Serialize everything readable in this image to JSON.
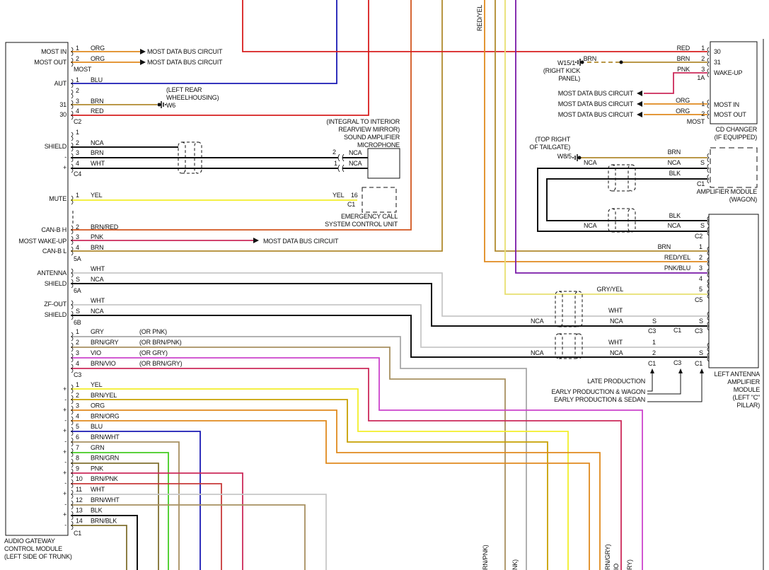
{
  "gateway": {
    "name": [
      "AUDIO GATEWAY",
      "CONTROL MODULE",
      "(LEFT SIDE OF TRUNK)"
    ],
    "pin_labels": [
      "MOST IN",
      "MOST OUT",
      "AUT",
      "31",
      "30",
      "SHIELD",
      "-",
      "+",
      "MUTE",
      "CAN-B H",
      "MOST WAKE-UP",
      "CAN-B L",
      "ANTENNA",
      "SHIELD",
      "ZF-OUT",
      "SHIELD"
    ],
    "speaker_polarity": [
      "+",
      "-",
      "+",
      "-",
      "+",
      "-",
      "+",
      "-",
      "+",
      "-",
      "+",
      "-",
      "+",
      "-"
    ]
  },
  "connectors": {
    "most": {
      "name": "MOST",
      "pins": [
        "1",
        "2"
      ],
      "colors": [
        "ORG",
        "ORG"
      ]
    },
    "c2": {
      "name": "C2",
      "pins": [
        "1",
        "2",
        "3",
        "4"
      ],
      "colors": [
        "BLU",
        "BRN",
        "RED"
      ]
    },
    "c4": {
      "name": "C4",
      "pins": [
        "1",
        "2",
        "3",
        "4"
      ],
      "colors": [
        "NCA",
        "BRN",
        "WHT"
      ]
    },
    "c5a": {
      "name": "5A",
      "pins": [
        "1",
        "2",
        "3",
        "4"
      ],
      "colors": [
        "YEL",
        "BRN/RED",
        "PNK",
        "BRN"
      ]
    },
    "c6a": {
      "name": "6A",
      "pins": [
        "S"
      ],
      "colors": [
        "WHT",
        "NCA"
      ]
    },
    "c6b": {
      "name": "6B",
      "pins": [
        "S"
      ],
      "colors": [
        "WHT",
        "NCA"
      ]
    },
    "c3": {
      "name": "C3",
      "pins": [
        "1",
        "2",
        "3",
        "4"
      ],
      "colors": [
        "GRY",
        "BRN/GRY",
        "VIO",
        "BRN/VIO"
      ],
      "alternates": [
        "(OR PNK)",
        "(OR BRN/PNK)",
        "(OR GRY)",
        "(OR BRN/GRY)"
      ]
    },
    "c1": {
      "name": "C1",
      "pins": [
        "1",
        "2",
        "3",
        "4",
        "5",
        "6",
        "7",
        "8",
        "9",
        "10",
        "11",
        "12",
        "13",
        "14"
      ],
      "colors": [
        "YEL",
        "BRN/YEL",
        "ORG",
        "BRN/ORG",
        "BLU",
        "BRN/WHT",
        "GRN",
        "BRN/GRN",
        "PNK",
        "BRN/PNK",
        "WHT",
        "BRN/WHT",
        "BLK",
        "BRN/BLK"
      ]
    }
  },
  "bus_arrows": [
    "MOST DATA BUS CIRCUIT",
    "MOST DATA BUS CIRCUIT",
    "MOST DATA BUS CIRCUIT"
  ],
  "ground_w6": {
    "id": "W6",
    "location": [
      "(LEFT REAR",
      "WHEELHOUSING)"
    ]
  },
  "microphone": {
    "name": [
      "(INTEGRAL TO INTERIOR",
      "REARVIEW MIRROR)",
      "SOUND AMPLIFIER",
      "MICROPHONE"
    ],
    "pins": [
      "2",
      "1"
    ],
    "colors": [
      "NCA",
      "NCA"
    ]
  },
  "emergency": {
    "name": [
      "EMERGENCY CALL",
      "SYSTEM CONTROL UNIT"
    ],
    "pin": "16",
    "connector": "C1",
    "color": "YEL"
  },
  "top_label": "RED/YEL",
  "cd_changer": {
    "name": [
      "CD CHANGER",
      "(IF EQUIPPED)"
    ],
    "pin_labels": [
      "30",
      "31",
      "WAKE-UP",
      "MOST IN",
      "MOST OUT"
    ],
    "pins": [
      "1",
      "2",
      "3",
      "1A",
      "1",
      "2",
      "MOST"
    ],
    "colors": [
      "RED",
      "BRN",
      "PNK",
      "ORG",
      "ORG",
      "BRN"
    ],
    "ground": {
      "id": "W15/1",
      "location": [
        "(RIGHT KICK",
        "PANEL)"
      ]
    },
    "bus_arrows": [
      "MOST DATA BUS CIRCUIT",
      "MOST DATA BUS CIRCUIT",
      "MOST DATA BUS CIRCUIT"
    ]
  },
  "amplifier": {
    "name": [
      "AMPLIFIER MODULE",
      "(WAGON)"
    ],
    "ground": {
      "id": "W8/5",
      "location": [
        "(TOP RIGHT",
        "OF TAILGATE)"
      ]
    },
    "labels": [
      "BRN",
      "NCA",
      "NCA",
      "S",
      "BLK",
      "C1",
      "BLK",
      "NCA",
      "NCA",
      "S",
      "C2"
    ]
  },
  "antenna_module": {
    "name": [
      "LEFT ANTENNA",
      "AMPLIFIER",
      "MODULE",
      "(LEFT \"C\"",
      "PILLAR)"
    ],
    "c5_colors": [
      "BRN",
      "RED/YEL",
      "PNK/BLU",
      "GRY/YEL"
    ],
    "c5_pins": [
      "1",
      "2",
      "3",
      "4",
      "5",
      "C5"
    ],
    "lower_labels": [
      "WHT",
      "NCA",
      "NCA",
      "S",
      "S",
      "C3",
      "C1",
      "C3",
      "WHT",
      "1",
      "NCA",
      "NCA",
      "2",
      "S",
      "C1",
      "C3",
      "C1"
    ],
    "production_notes": [
      "LATE PRODUCTION",
      "EARLY PRODUCTION & WAGON",
      "EARLY PRODUCTION & SEDAN"
    ]
  },
  "bottom_cut_labels": [
    "RN/PNK)",
    "NK)",
    "RN/GRY)",
    "IO",
    "RY)"
  ]
}
